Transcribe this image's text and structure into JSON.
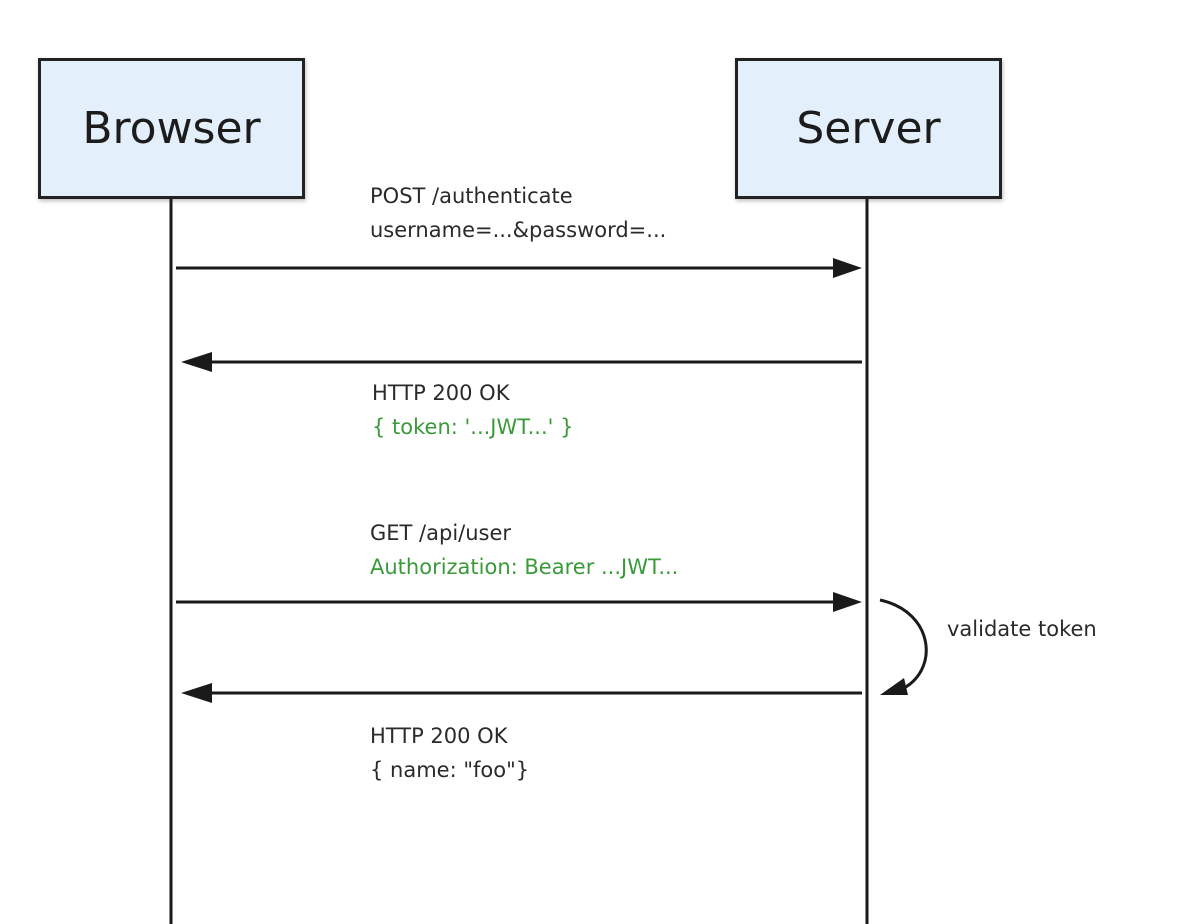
{
  "actors": {
    "browser": "Browser",
    "server": "Server"
  },
  "messages": [
    {
      "line1": "POST /authenticate",
      "line2": "username=...&password=..."
    },
    {
      "line1": "HTTP 200 OK",
      "line2": "{ token: '...JWT...' }"
    },
    {
      "line1": "GET /api/user",
      "line2": "Authorization: Bearer ...JWT..."
    },
    {
      "line1": "HTTP 200 OK",
      "line2": "{ name: \"foo\"}"
    }
  ],
  "self_note": "validate token",
  "colors": {
    "actor_fill": "#e3effa",
    "line": "#1a1a1a",
    "highlight_text": "#3a9a3a"
  }
}
